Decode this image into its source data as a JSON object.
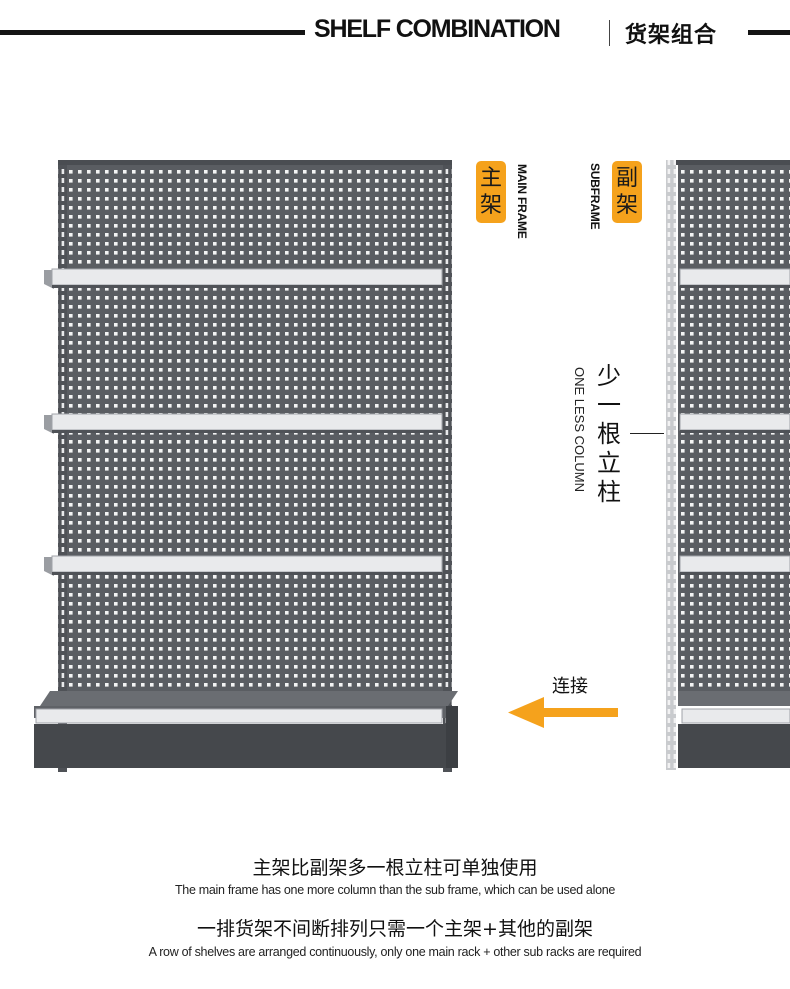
{
  "header": {
    "title_en": "SHELF COMBINATION",
    "title_cn": "货架组合"
  },
  "main_frame": {
    "label_cn": [
      "主",
      "架"
    ],
    "label_en": "MAIN FRAME"
  },
  "sub_frame": {
    "label_cn": [
      "副",
      "架"
    ],
    "label_en": "SUBFRAME"
  },
  "column_note": {
    "label_cn": [
      "少",
      "一",
      "根",
      "立",
      "柱"
    ],
    "label_en": "ONE LESS COLUMN"
  },
  "connection": {
    "label": "连接"
  },
  "captions": {
    "line1_cn": "主架比副架多一根立柱可单独使用",
    "line1_en": "The main frame has one more column than the sub frame, which can be used alone",
    "line2_cn": "一排货架不间断排列只需一个主架+其他的副架",
    "line2_en": "A row of shelves are arranged continuously, only one main rack + other sub racks are required"
  },
  "colors": {
    "frame": "#5a5d62",
    "frame_dark": "#45484c",
    "shelf": "#e9eaec",
    "accent": "#f5a21c",
    "hole": "#f4f4f4",
    "upright_light": "#d5d7da"
  }
}
